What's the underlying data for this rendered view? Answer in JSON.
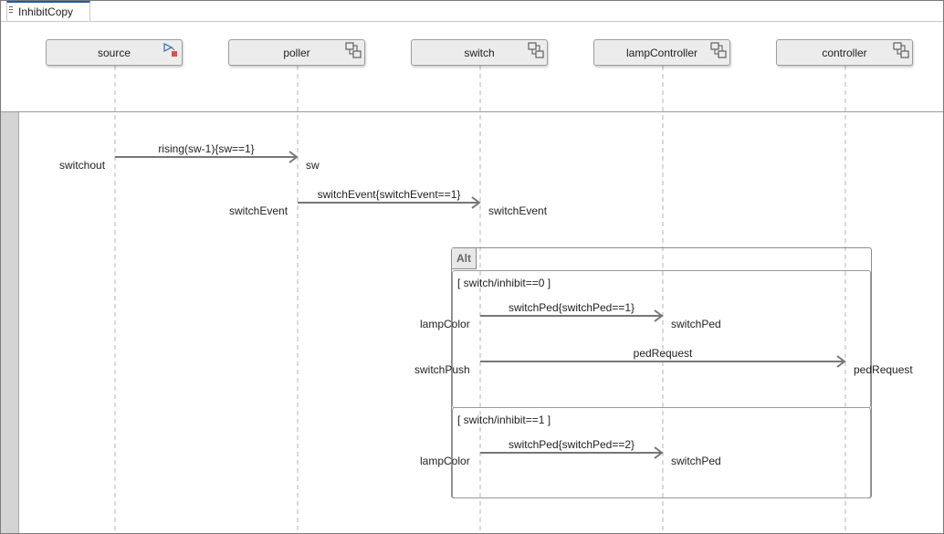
{
  "tab": {
    "label": "InhibitCopy"
  },
  "lifelines": [
    {
      "name": "source",
      "icon": "source-block-icon"
    },
    {
      "name": "poller",
      "icon": "subsystem-icon"
    },
    {
      "name": "switch",
      "icon": "subsystem-icon"
    },
    {
      "name": "lampController",
      "icon": "subsystem-icon"
    },
    {
      "name": "controller",
      "icon": "subsystem-icon"
    }
  ],
  "messages": [
    {
      "label": "rising(sw-1){sw==1}",
      "from": 0,
      "to": 1,
      "source_port": "switchout",
      "dest_port": "sw"
    },
    {
      "label": "switchEvent{switchEvent==1}",
      "from": 1,
      "to": 2,
      "source_port": "switchEvent",
      "dest_port": "switchEvent"
    }
  ],
  "alt": {
    "tag": "Alt",
    "operands": [
      {
        "guard": "[ switch/inhibit==0 ]",
        "messages": [
          {
            "label": "switchPed{switchPed==1}",
            "from": 2,
            "to": 3,
            "source_port": "lampColor",
            "dest_port": "switchPed"
          },
          {
            "label": "pedRequest",
            "from": 2,
            "to": 4,
            "source_port": "switchPush",
            "dest_port": "pedRequest"
          }
        ]
      },
      {
        "guard": "[ switch/inhibit==1 ]",
        "messages": [
          {
            "label": "switchPed{switchPed==2}",
            "from": 2,
            "to": 3,
            "source_port": "lampColor",
            "dest_port": "switchPed"
          }
        ]
      }
    ]
  },
  "colors": {
    "tab_accent": "#1f5aa6",
    "lifeline_fill": "#ececec",
    "gutter": "#d4d4d4",
    "arrow": "#777777"
  }
}
